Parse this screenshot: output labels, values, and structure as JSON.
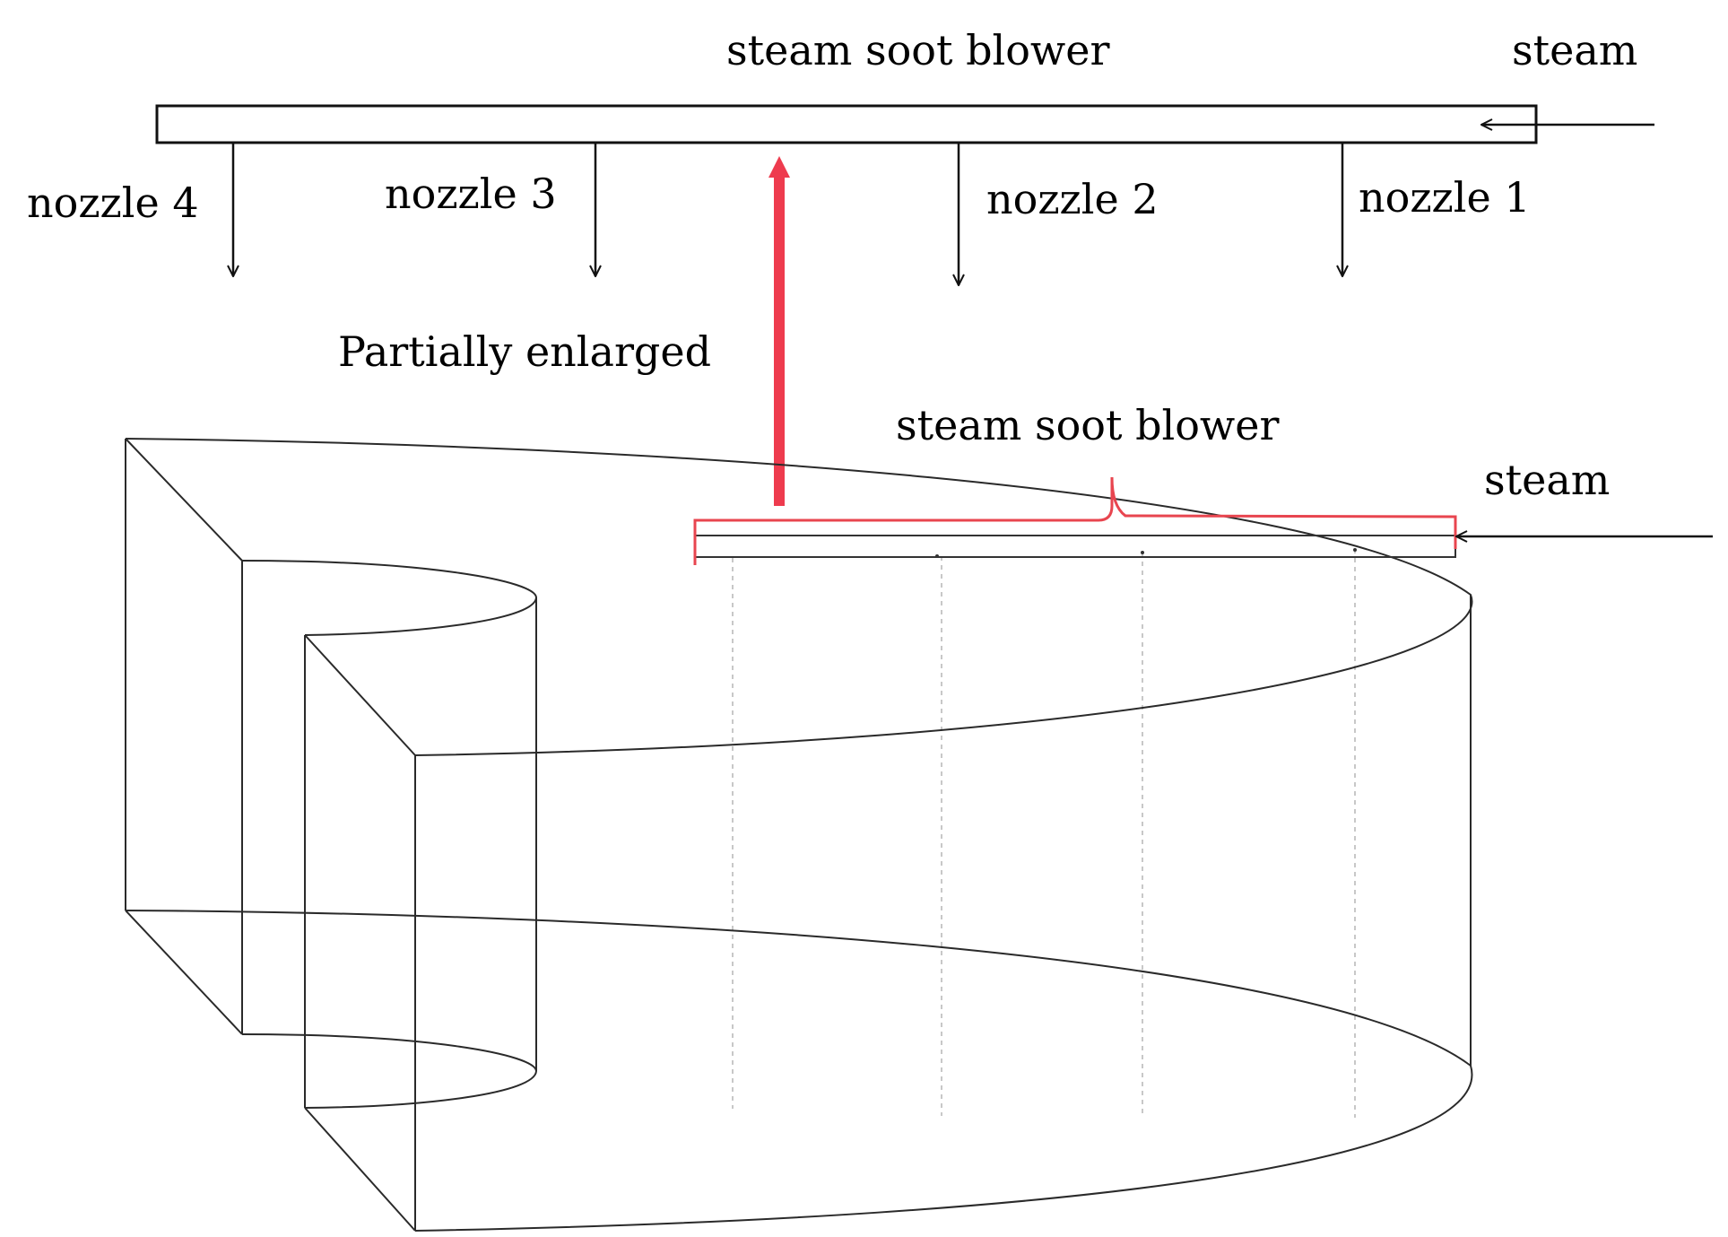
{
  "labels": {
    "top_blower": "steam soot  blower",
    "top_steam": "steam",
    "nozzle_4": "nozzle 4",
    "nozzle_3": "nozzle 3",
    "nozzle_2": "nozzle 2",
    "nozzle_1": "nozzle 1",
    "enlarged": "Partially enlarged",
    "bottom_blower": "steam soot  blower",
    "bottom_steam": "steam"
  },
  "colors": {
    "line": "#2a2a2a",
    "highlight_arrow": "#ee3b4e",
    "bracket": "#e8454f",
    "guide": "#b5b5b5"
  }
}
